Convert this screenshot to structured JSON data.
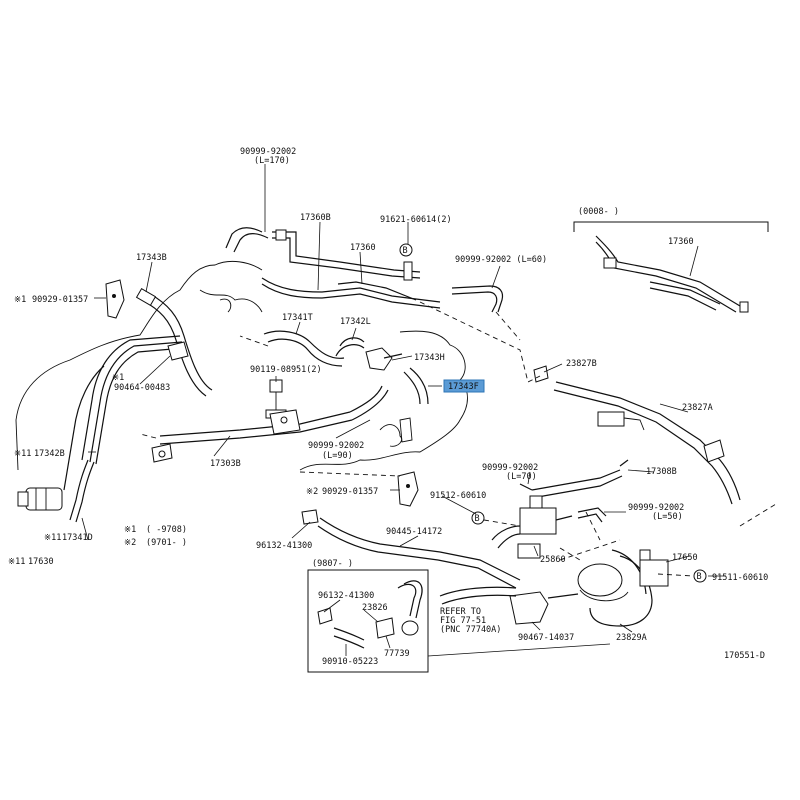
{
  "diagram": {
    "title_code": "170551-D",
    "highlight_color": "#5b9bd5",
    "labels": {
      "l_90999_92002_top": "90999-92002",
      "l_L170": "(L=170)",
      "l_17360B": "17360B",
      "l_91621": "91621-60614(2)",
      "l_17360": "17360",
      "l_90999_L60": "90999-92002 (L=60)",
      "l_0008": "(0008-    )",
      "l_17360_box": "17360",
      "l_17343B": "17343B",
      "l_90929_top": "90929-01357",
      "l_17341T": "17341T",
      "l_17342L": "17342L",
      "l_17343H": "17343H",
      "l_17343F": "17343F",
      "l_23827B": "23827B",
      "l_90119": "90119-08951(2)",
      "l_90464": "90464-00483",
      "l_23827A": "23827A",
      "l_17342B": "17342B",
      "l_90999_L90_a": "90999-92002",
      "l_L90": "(L=90)",
      "l_17303B": "17303B",
      "l_90999_L70": "90999-92002",
      "l_L70": "(L=70)",
      "l_17308B": "17308B",
      "l_90929_mid": "90929-01357",
      "l_91512": "91512-60610",
      "l_90999_L50": "90999-92002",
      "l_L50": "(L=50)",
      "l_17341D": "17341D",
      "l_17630": "17630",
      "l_note1": "(     -9708)",
      "l_note2": "(9701-      )",
      "l_96132_a": "96132-41300",
      "l_90445": "90445-14172",
      "l_25860": "25860",
      "l_17650": "17650",
      "l_9807": "(9807-     )",
      "l_91511": "91511-60610",
      "l_96132_b": "96132-41300",
      "l_23826": "23826",
      "l_refer1": "REFER TO",
      "l_refer2": "FIG 77-51",
      "l_refer3": "(PNC 77740A)",
      "l_77739": "77739",
      "l_90910": "90910-05223",
      "l_90467": "90467-14037",
      "l_23829A": "23829A"
    },
    "marks": {
      "asterisk_1": "※1",
      "asterisk_2": "※2",
      "asterisk_11": "※11",
      "b_circle": "B"
    }
  }
}
